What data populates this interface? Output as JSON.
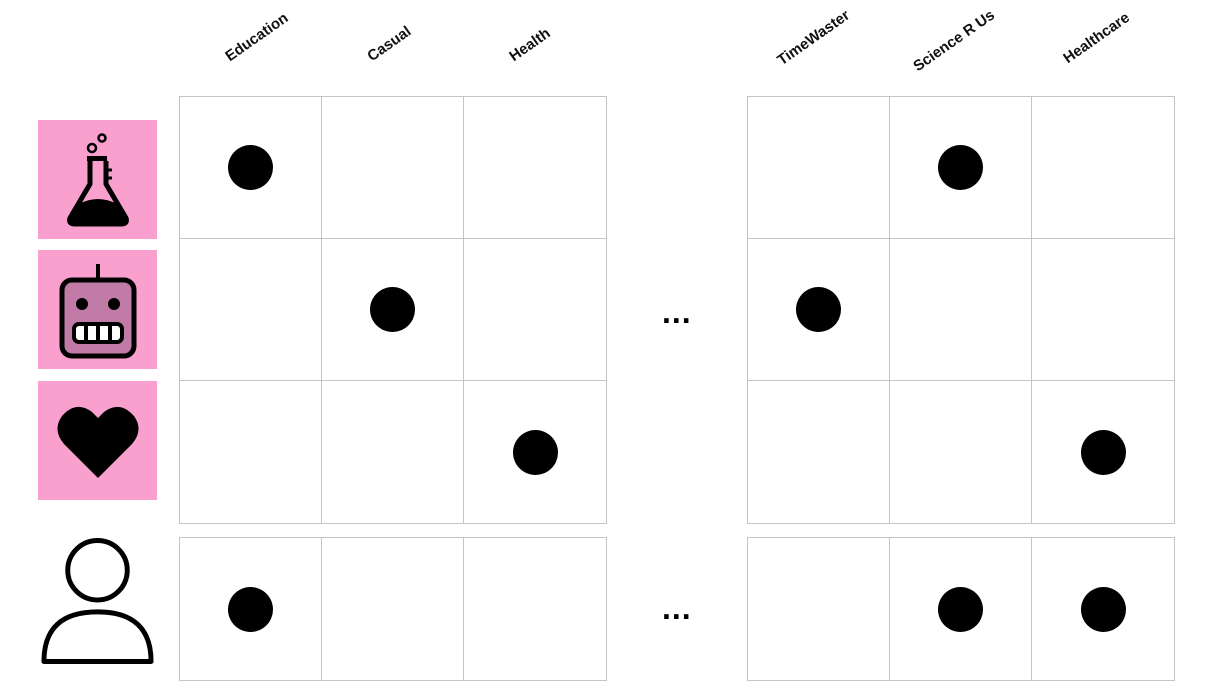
{
  "columns_left": [
    "Education",
    "Casual",
    "Health"
  ],
  "columns_right": [
    "TimeWaster",
    "Science R Us",
    "Healthcare"
  ],
  "rows": [
    {
      "icon": "flask-icon",
      "left": [
        1,
        0,
        0
      ],
      "right": [
        0,
        1,
        0
      ]
    },
    {
      "icon": "robot-icon",
      "left": [
        0,
        1,
        0
      ],
      "right": [
        1,
        0,
        0
      ]
    },
    {
      "icon": "heart-icon",
      "left": [
        0,
        0,
        1
      ],
      "right": [
        0,
        0,
        1
      ]
    }
  ],
  "user_row": {
    "icon": "user-icon",
    "left": [
      1,
      0,
      0
    ],
    "right": [
      0,
      1,
      1
    ]
  },
  "ellipsis": "...",
  "colors": {
    "icon_bg": "#f9a0cf",
    "robot_face": "#c07ba6",
    "grid_line": "#c4c4c4",
    "dot": "#000000"
  }
}
